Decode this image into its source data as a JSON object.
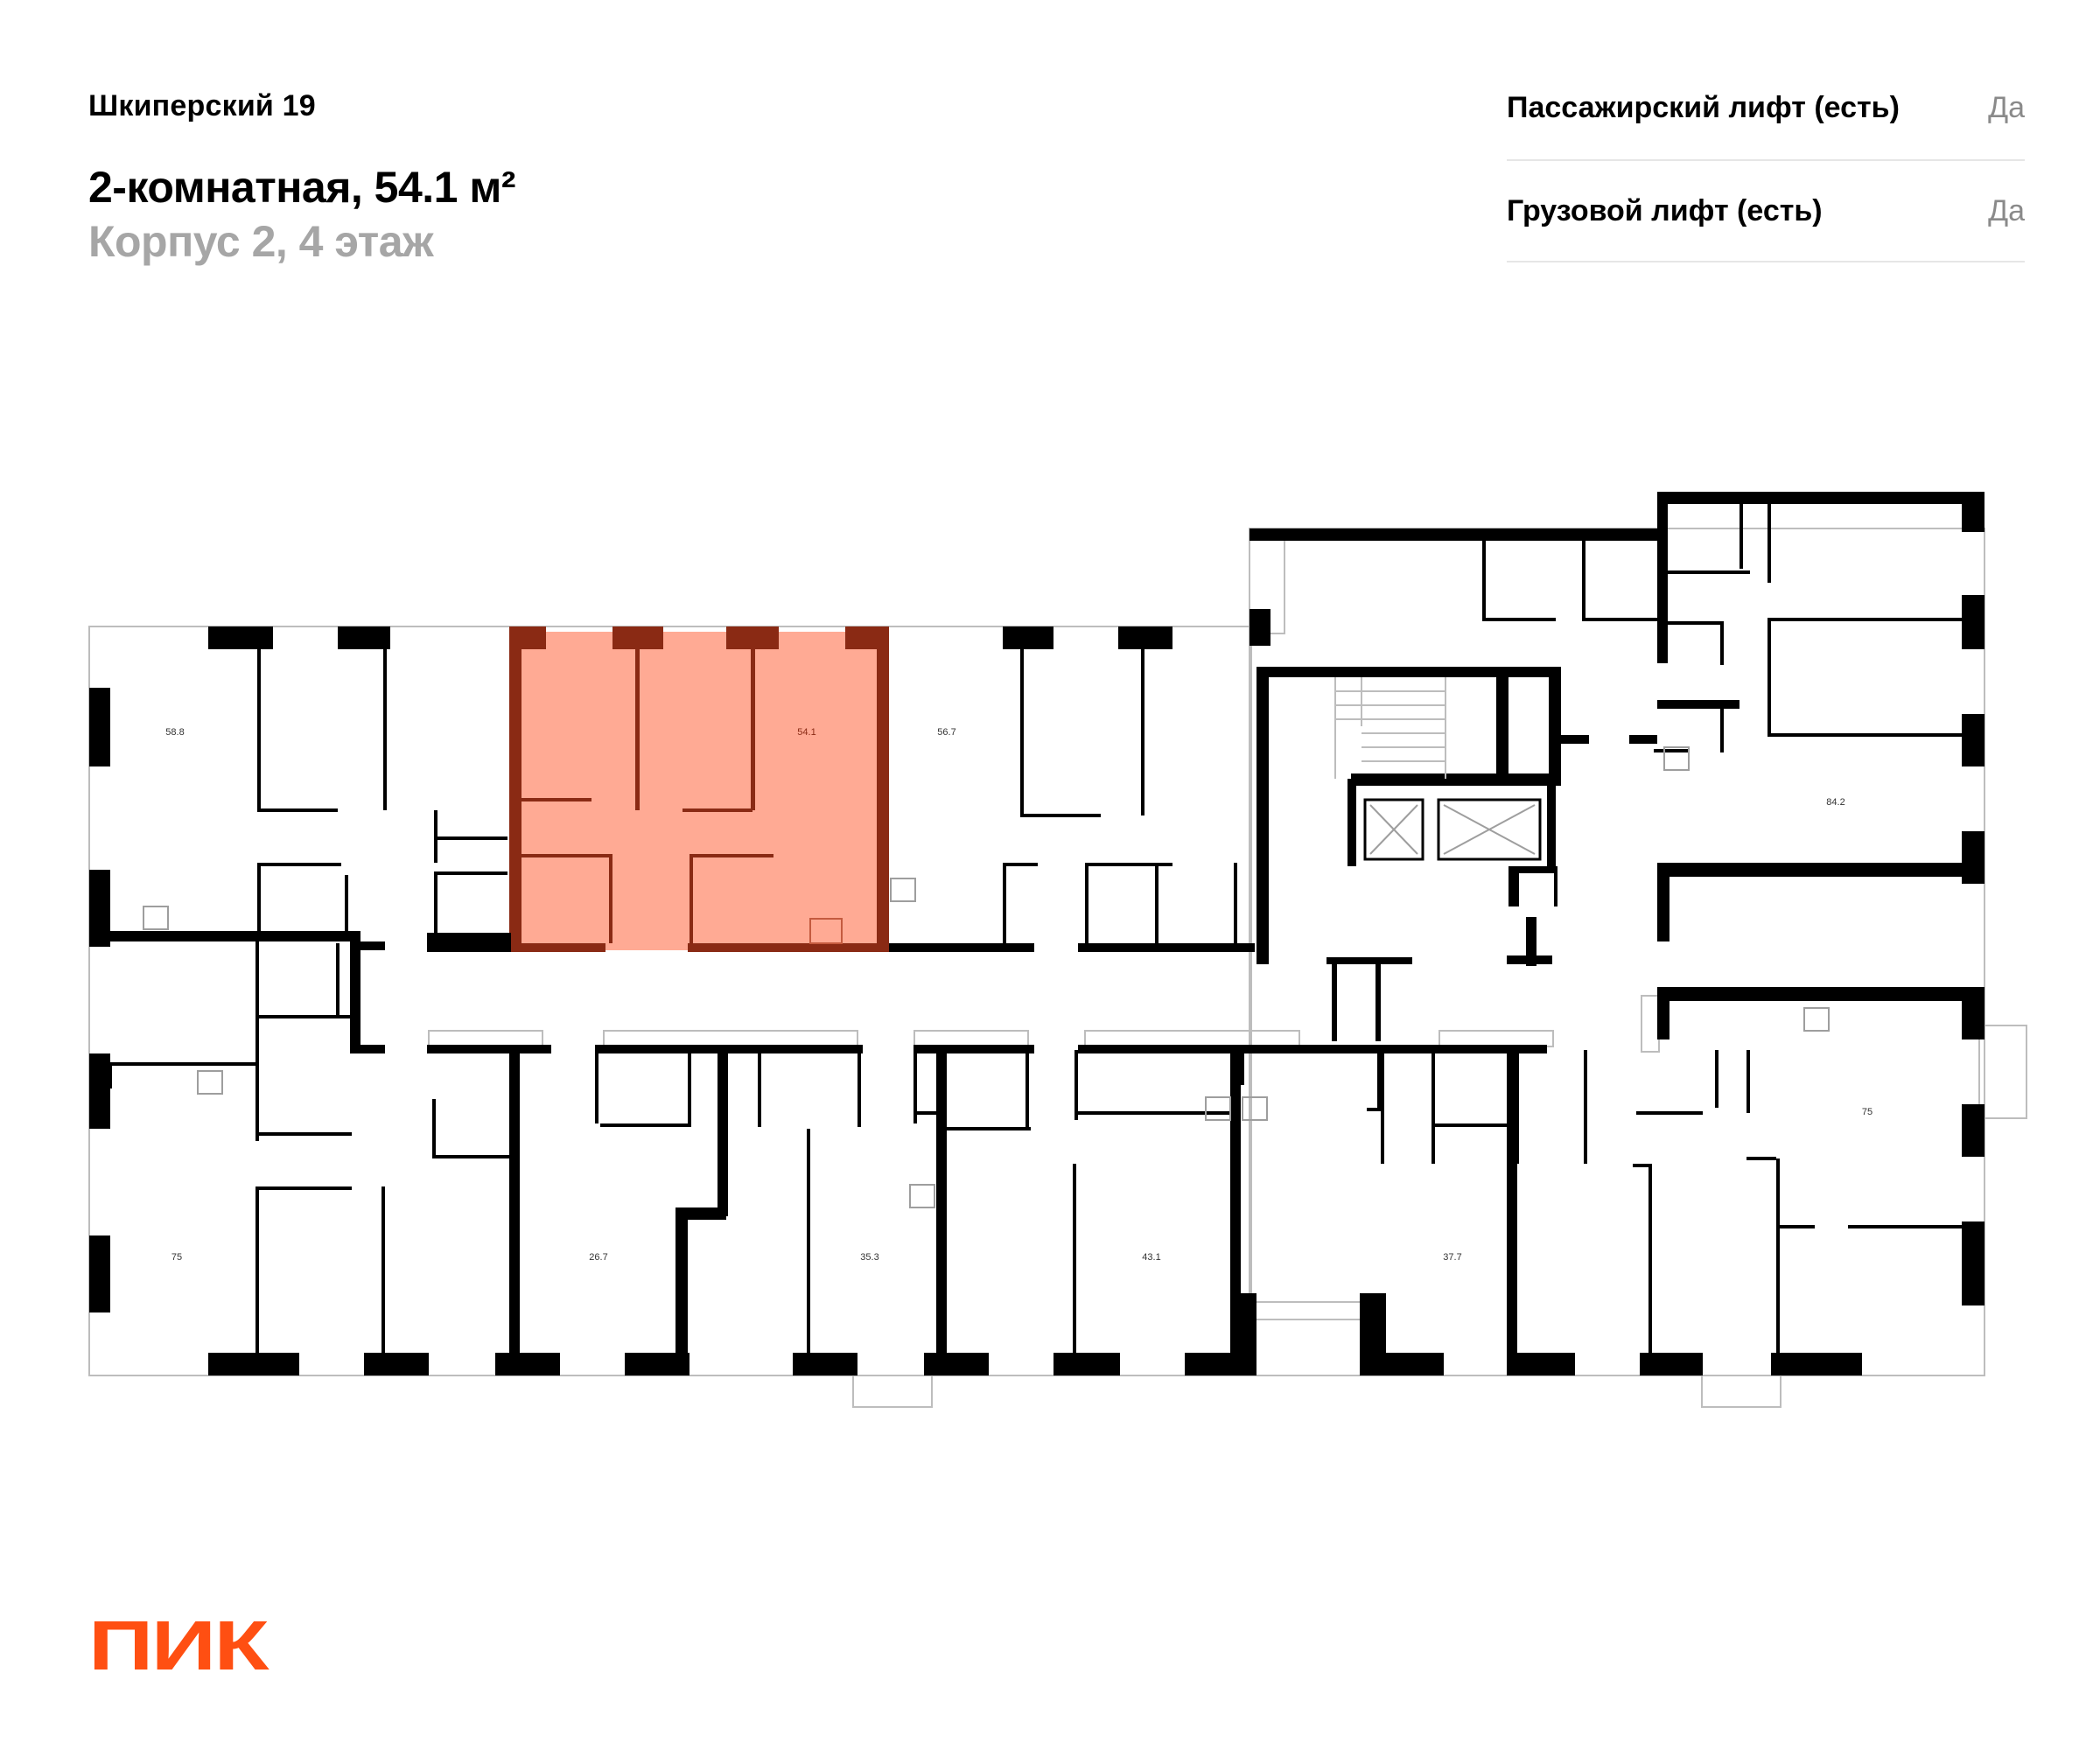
{
  "project": {
    "name": "Шкиперский 19"
  },
  "apartment": {
    "title": "2-комнатная, 54.1 м²",
    "subtitle": "Корпус 2, 4 этаж"
  },
  "features": [
    {
      "label": "Пассажирский лифт (есть)",
      "value": "Да"
    },
    {
      "label": "Грузовой лифт (есть)",
      "value": "Да"
    }
  ],
  "floorplan": {
    "highlight_color": "#ffaa94",
    "highlight_wall_color": "#8a2a14",
    "wall_color": "#000000",
    "units": [
      {
        "id": "u1",
        "area": "58.8",
        "highlighted": false
      },
      {
        "id": "u2",
        "area": "54.1",
        "highlighted": true
      },
      {
        "id": "u3",
        "area": "56.7",
        "highlighted": false
      },
      {
        "id": "u4",
        "area": "84.2",
        "highlighted": false
      },
      {
        "id": "u5",
        "area": "75",
        "highlighted": false
      },
      {
        "id": "u6",
        "area": "75",
        "highlighted": false
      },
      {
        "id": "u7",
        "area": "26.7",
        "highlighted": false
      },
      {
        "id": "u8",
        "area": "35.3",
        "highlighted": false
      },
      {
        "id": "u9",
        "area": "43.1",
        "highlighted": false
      },
      {
        "id": "u10",
        "area": "37.7",
        "highlighted": false
      }
    ]
  },
  "brand": {
    "logo_text": "ПИК",
    "logo_color": "#ff4f12"
  }
}
